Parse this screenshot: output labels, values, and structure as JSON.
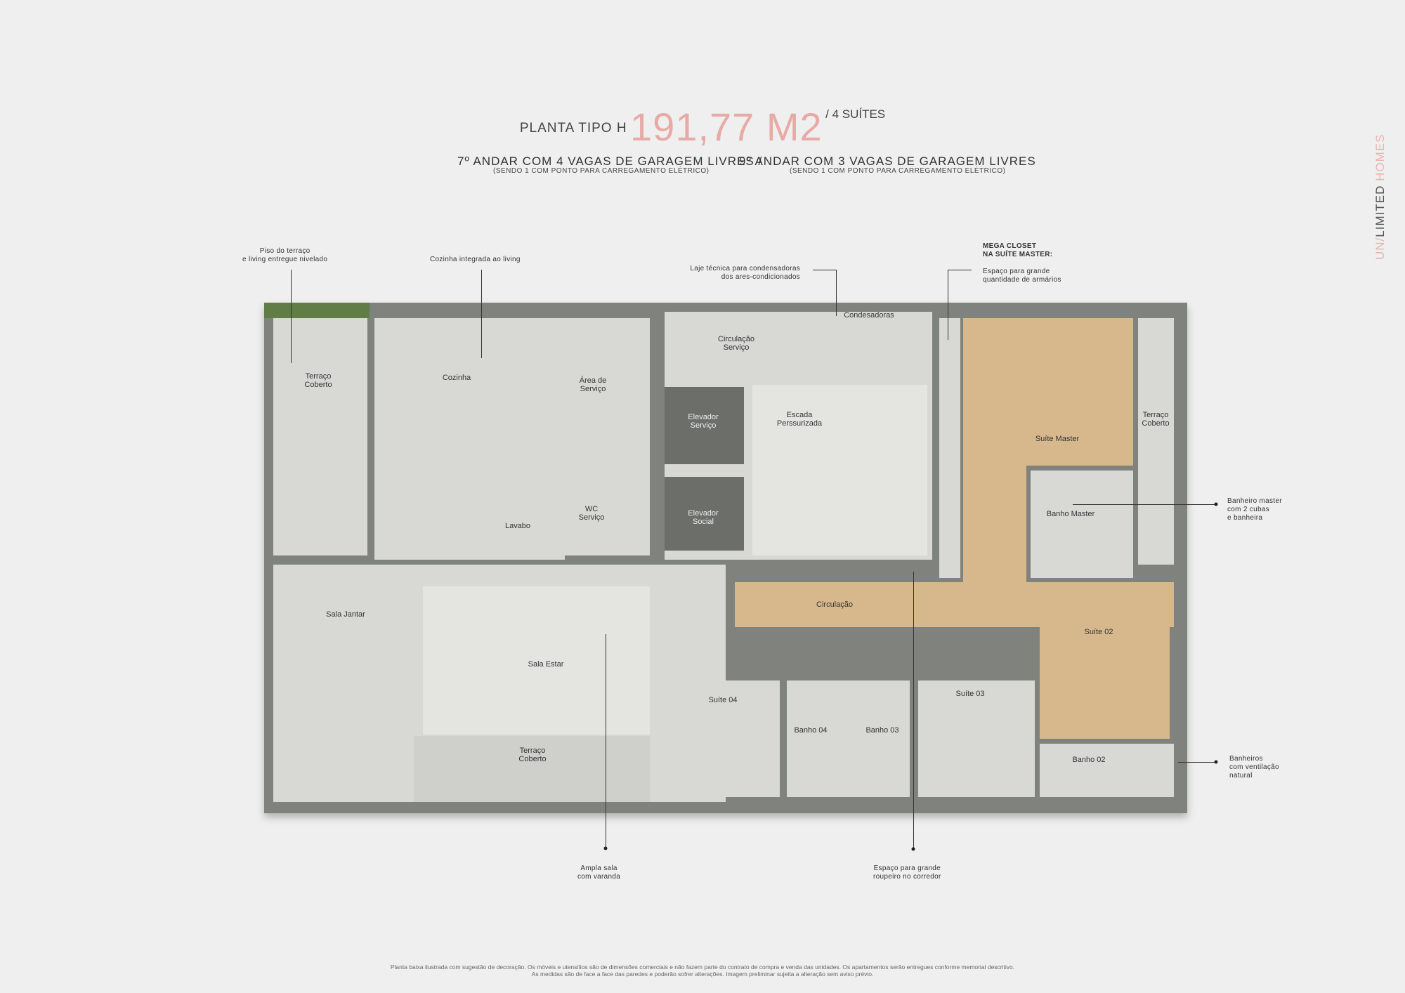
{
  "header": {
    "prefix": "PLANTA TIPO H",
    "area": "191,77 M2",
    "suffix": "/ 4 SUÍTES",
    "garage_7": "7º ANDAR COM 4 VAGAS DE GARAGEM LIVRES /",
    "garage_9": "9º ANDAR COM 3 VAGAS DE GARAGEM LIVRES",
    "note_7": "(SENDO 1 COM PONTO PARA CARREGAMENTO ELÉTRICO)",
    "note_9": "(SENDO 1 COM PONTO PARA CARREGAMENTO ELÉTRICO)"
  },
  "brand": {
    "part1": "UN/",
    "part2": "LIMITED ",
    "part3": "HOMES"
  },
  "rooms": {
    "terraco1": "Terraço\nCoberto",
    "cozinha": "Cozinha",
    "area_servico": "Área de\nServiço",
    "circ_servico": "Circulação\nServiço",
    "condensadoras": "Condesadoras",
    "elev_servico": "Elevador\nServiço",
    "escada": "Escada\nPerssurizada",
    "elev_social": "Elevador\nSocial",
    "lavabo": "Lavabo",
    "wc": "WC\nServiço",
    "suite_master": "Suíte Master",
    "terraco2": "Terraço\nCoberto",
    "banho_master": "Banho Master",
    "sala_jantar": "Sala Jantar",
    "sala_estar": "Sala Estar",
    "circulacao": "Circulação",
    "suite02": "Suíte 02",
    "suite04": "Suíte 04",
    "banho04": "Banho 04",
    "banho03": "Banho 03",
    "suite03": "Suíte 03",
    "terraco3": "Terraço\nCoberto",
    "banho02": "Banho 02"
  },
  "annotations": {
    "piso": "Piso do terraço\ne living entregue nivelado",
    "cozinha": "Cozinha integrada ao living",
    "laje": "Laje técnica para condensadoras\ndos ares-condicionados",
    "closet_title": "MEGA CLOSET\nNA SUÍTE MASTER:",
    "closet": "Espaço para grande\nquantidade de armários",
    "banheiro_master": "Banheiro master\ncom 2 cubas\ne banheira",
    "ventilacao": "Banheiros\ncom ventilação\nnatural",
    "sala": "Ampla sala\ncom varanda",
    "roupeiro": "Espaço para grande\nroupeiro no corredor"
  },
  "disclaimer": {
    "line1": "Planta baixa ilustrada com sugestão de decoração. Os móveis e utensílios são de dimensões comerciais e não fazem parte do contrato de compra e venda das unidades. Os apartamentos serão entregues conforme memorial descritivo.",
    "line2": "As medidas são de face a face das paredes e poderão sofrer alterações. Imagem preliminar sujeita a alteração sem aviso prévio."
  }
}
